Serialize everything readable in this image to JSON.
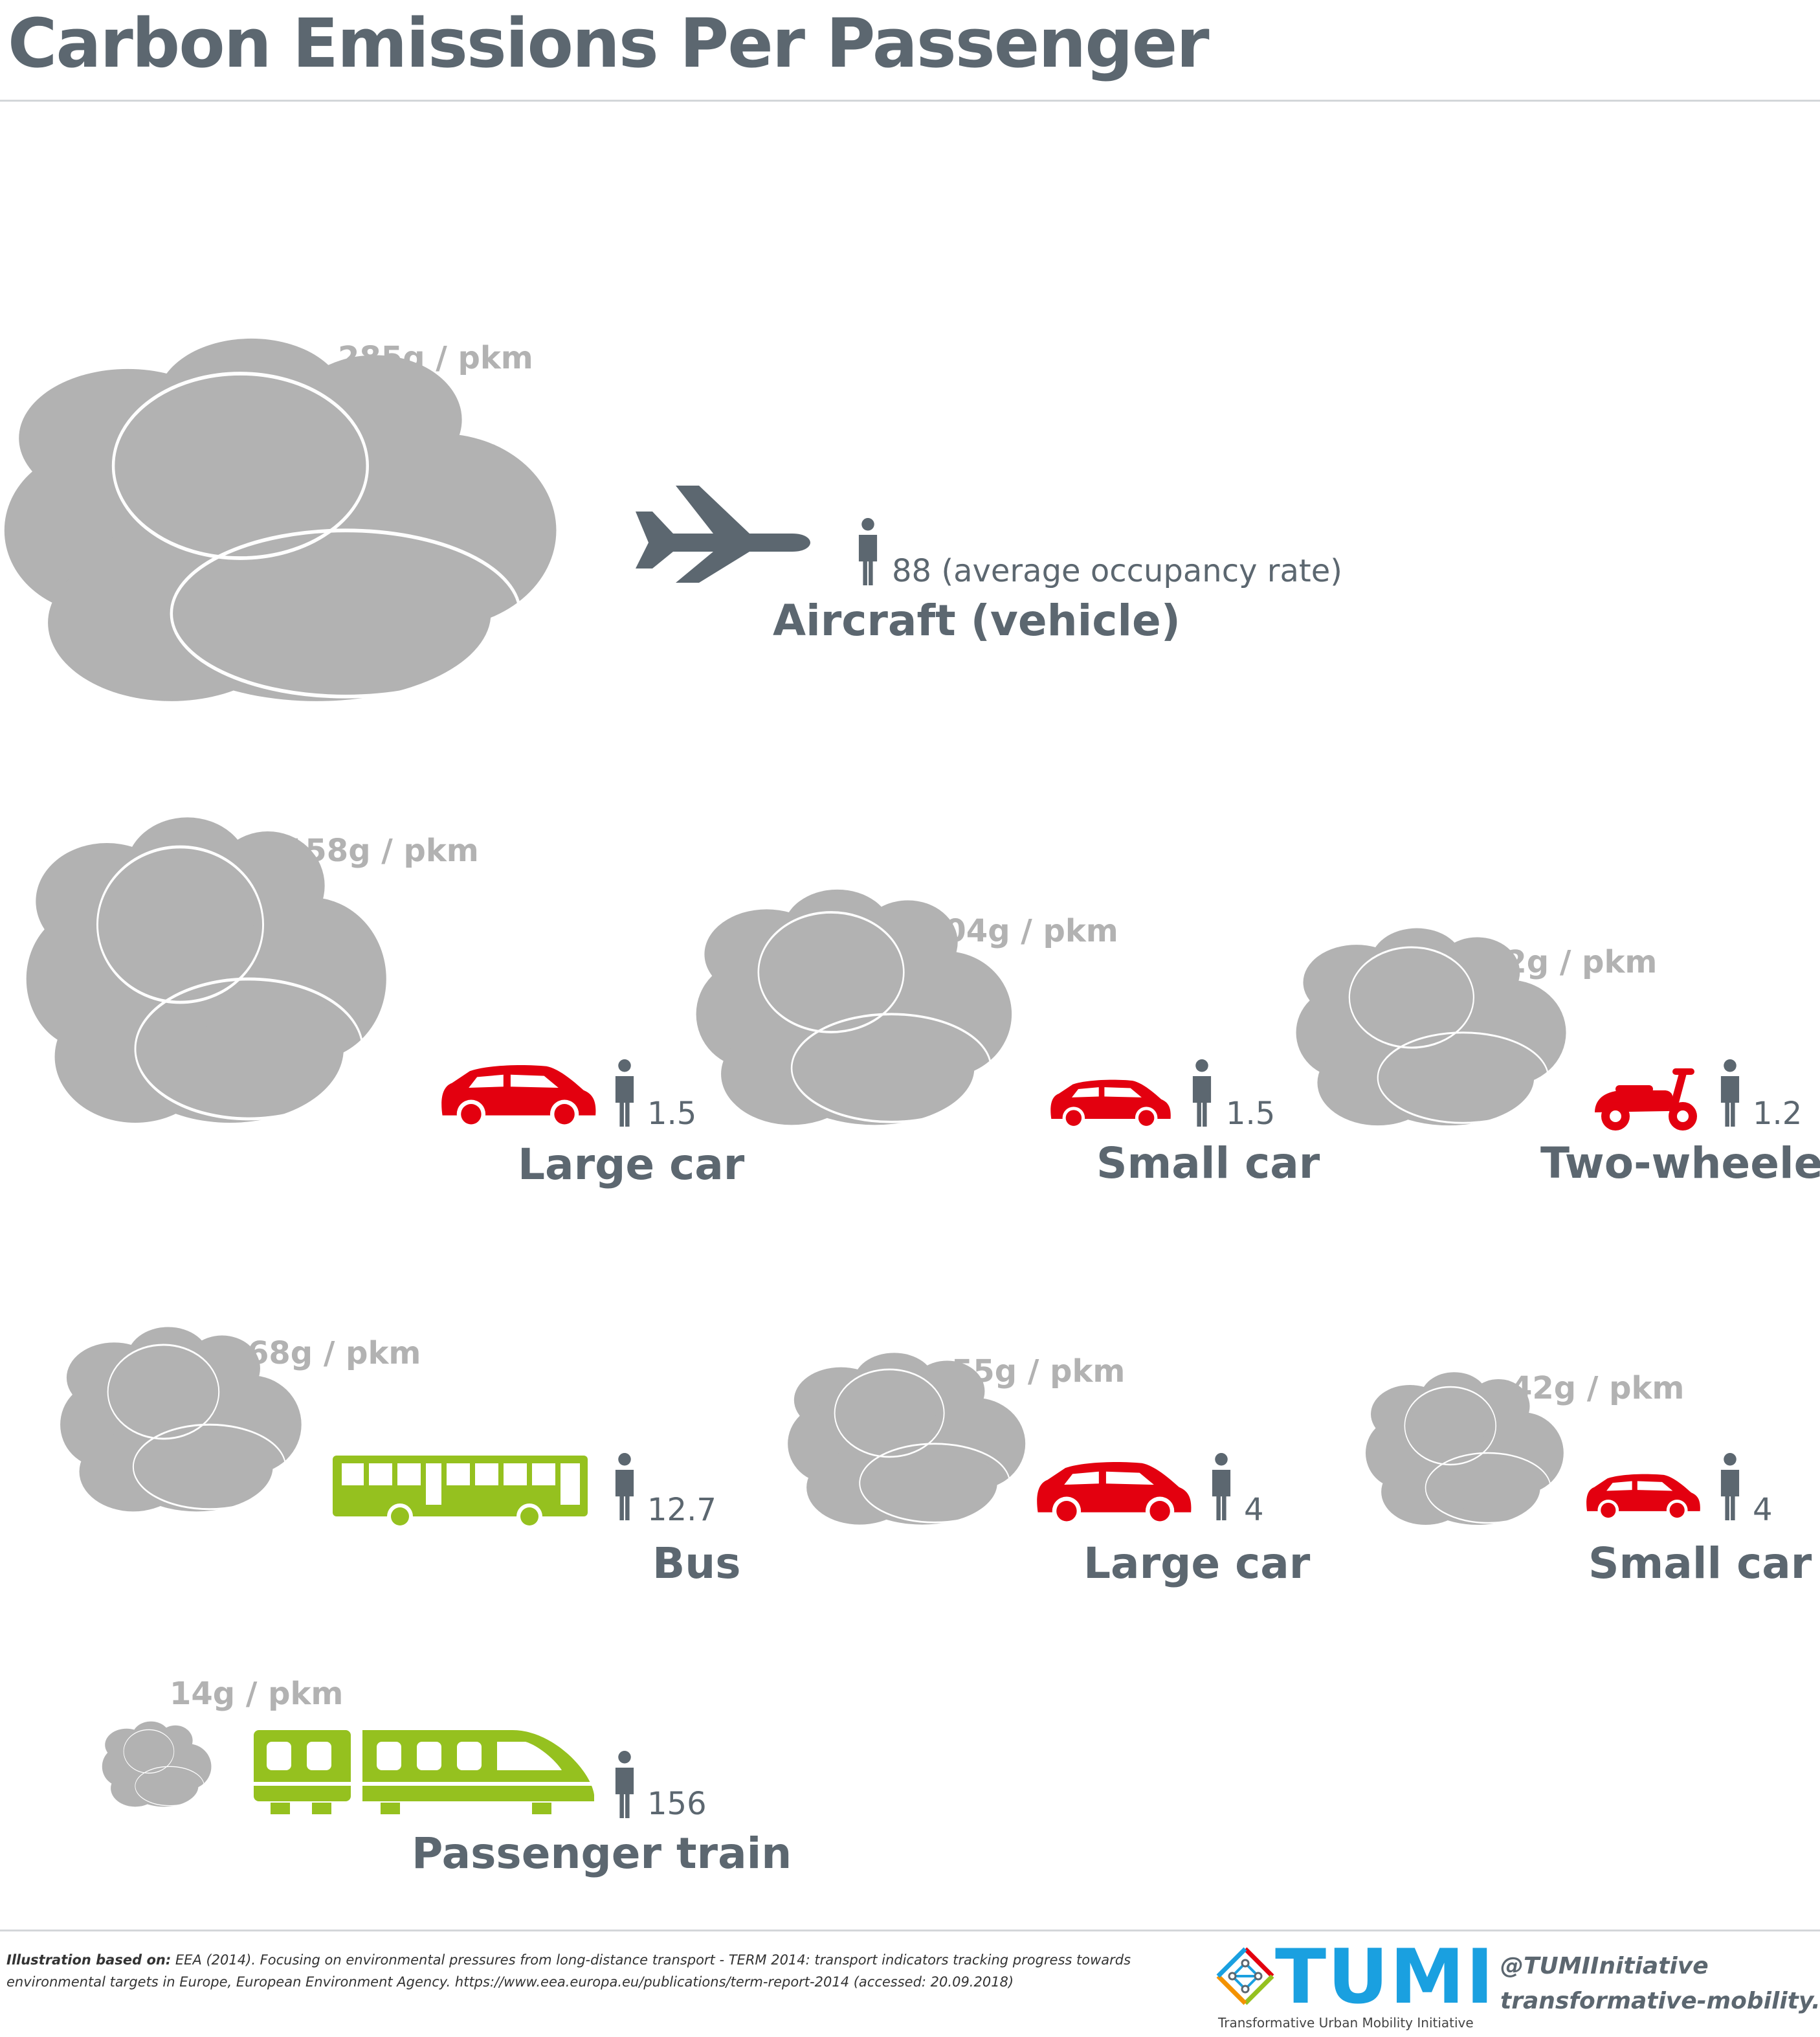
{
  "title": "Carbon Emissions Per Passenger",
  "colors": {
    "cloud": "#b2b2b2",
    "dark": "#5c6770",
    "car_red": "#e3000f",
    "green": "#95c11f",
    "tumi_blue": "#1aa0e0"
  },
  "modes": [
    {
      "emission": "285g / pkm",
      "occupancy": "88 (average occupancy rate)",
      "name": "Aircraft (vehicle)",
      "vehicle_icon": "airplane-icon"
    },
    {
      "emission": "158g / pkm",
      "occupancy": "1.5",
      "name": "Large car",
      "vehicle_icon": "car-icon"
    },
    {
      "emission": "104g / pkm",
      "occupancy": "1.5",
      "name": "Small car",
      "vehicle_icon": "car-icon"
    },
    {
      "emission": "72g / pkm",
      "occupancy": "1.2",
      "name": "Two-wheeler",
      "vehicle_icon": "scooter-icon"
    },
    {
      "emission": "68g / pkm",
      "occupancy": "12.7",
      "name": "Bus",
      "vehicle_icon": "bus-icon"
    },
    {
      "emission": "55g / pkm",
      "occupancy": "4",
      "name": "Large car",
      "vehicle_icon": "car-icon"
    },
    {
      "emission": "42g / pkm",
      "occupancy": "4",
      "name": "Small car",
      "vehicle_icon": "car-icon"
    },
    {
      "emission": "14g / pkm",
      "occupancy": "156",
      "name": "Passenger train",
      "vehicle_icon": "train-icon"
    }
  ],
  "footer": {
    "source_label": "Illustration based on:",
    "source_text": "EEA (2014). Focusing on environmental pressures from long-distance transport - TERM 2014: transport indicators tracking progress towards environmental targets in Europe, European Environment Agency. https://www.eea.europa.eu/publications/term-report-2014 (accessed: 20.09.2018)"
  },
  "brand": {
    "name": "TUMI",
    "subtitle": "Transformative Urban Mobility Initiative"
  },
  "social": {
    "handle": "@TUMIInitiative",
    "website": "transformative-mobility.org"
  }
}
